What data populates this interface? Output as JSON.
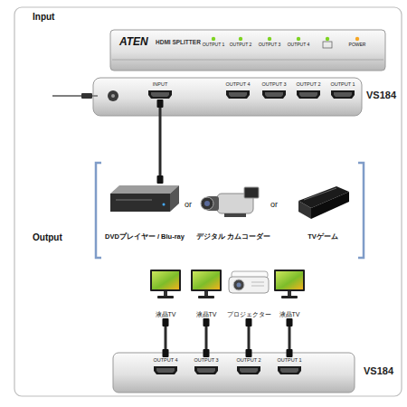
{
  "diagram": {
    "nodes": [
      {
        "text": [
          "ATEN",
          "HDMI SPLITTER"
        ]
      },
      {
        "text": [
          "VS184"
        ]
      },
      {
        "text": [
          "INPUT"
        ],
        "in": 1
      },
      {
        "text": [
          "OUTPUT 4"
        ],
        "in": 1
      },
      {
        "text": [
          "OUTPUT 3"
        ],
        "in": 1
      },
      {
        "text": [
          "OUTPUT 2"
        ],
        "in": 1
      },
      {
        "text": [
          "OUTPUT 1"
        ],
        "in": 1
      },
      {
        "text": [
          "DVDプレイヤー / Blu-ray"
        ]
      },
      {
        "text": [
          "デジタル カムコーダー"
        ]
      },
      {
        "text": [
          "TVゲーム"
        ]
      },
      {
        "text": [
          "液晶TV"
        ]
      },
      {
        "text": [
          "液晶TV"
        ]
      },
      {
        "text": [
          "プロジェクター"
        ]
      },
      {
        "text": [
          "液晶TV"
        ]
      },
      {
        "text": [
          "VS184"
        ]
      },
      {
        "text": [
          "OUTPUT 4"
        ],
        "in": 14
      },
      {
        "text": [
          "OUTPUT 3"
        ],
        "in": 14
      },
      {
        "text": [
          "OUTPUT 2"
        ],
        "in": 14
      },
      {
        "text": [
          "OUTPUT 1"
        ],
        "in": 14
      }
    ],
    "edges": [
      {
        "from": 7,
        "to": 2,
        "arrow": "none"
      },
      {
        "from": 10,
        "to": 15,
        "arrow": "none"
      },
      {
        "from": 11,
        "to": 16,
        "arrow": "none"
      },
      {
        "from": 12,
        "to": 17,
        "arrow": "none"
      },
      {
        "from": 13,
        "to": 18,
        "arrow": "none"
      }
    ],
    "labels": [
      "Input",
      "OUTPUT 1",
      "OUTPUT 2",
      "OUTPUT 3",
      "OUTPUT 4",
      "POWER",
      "or",
      "or",
      "Output"
    ]
  }
}
